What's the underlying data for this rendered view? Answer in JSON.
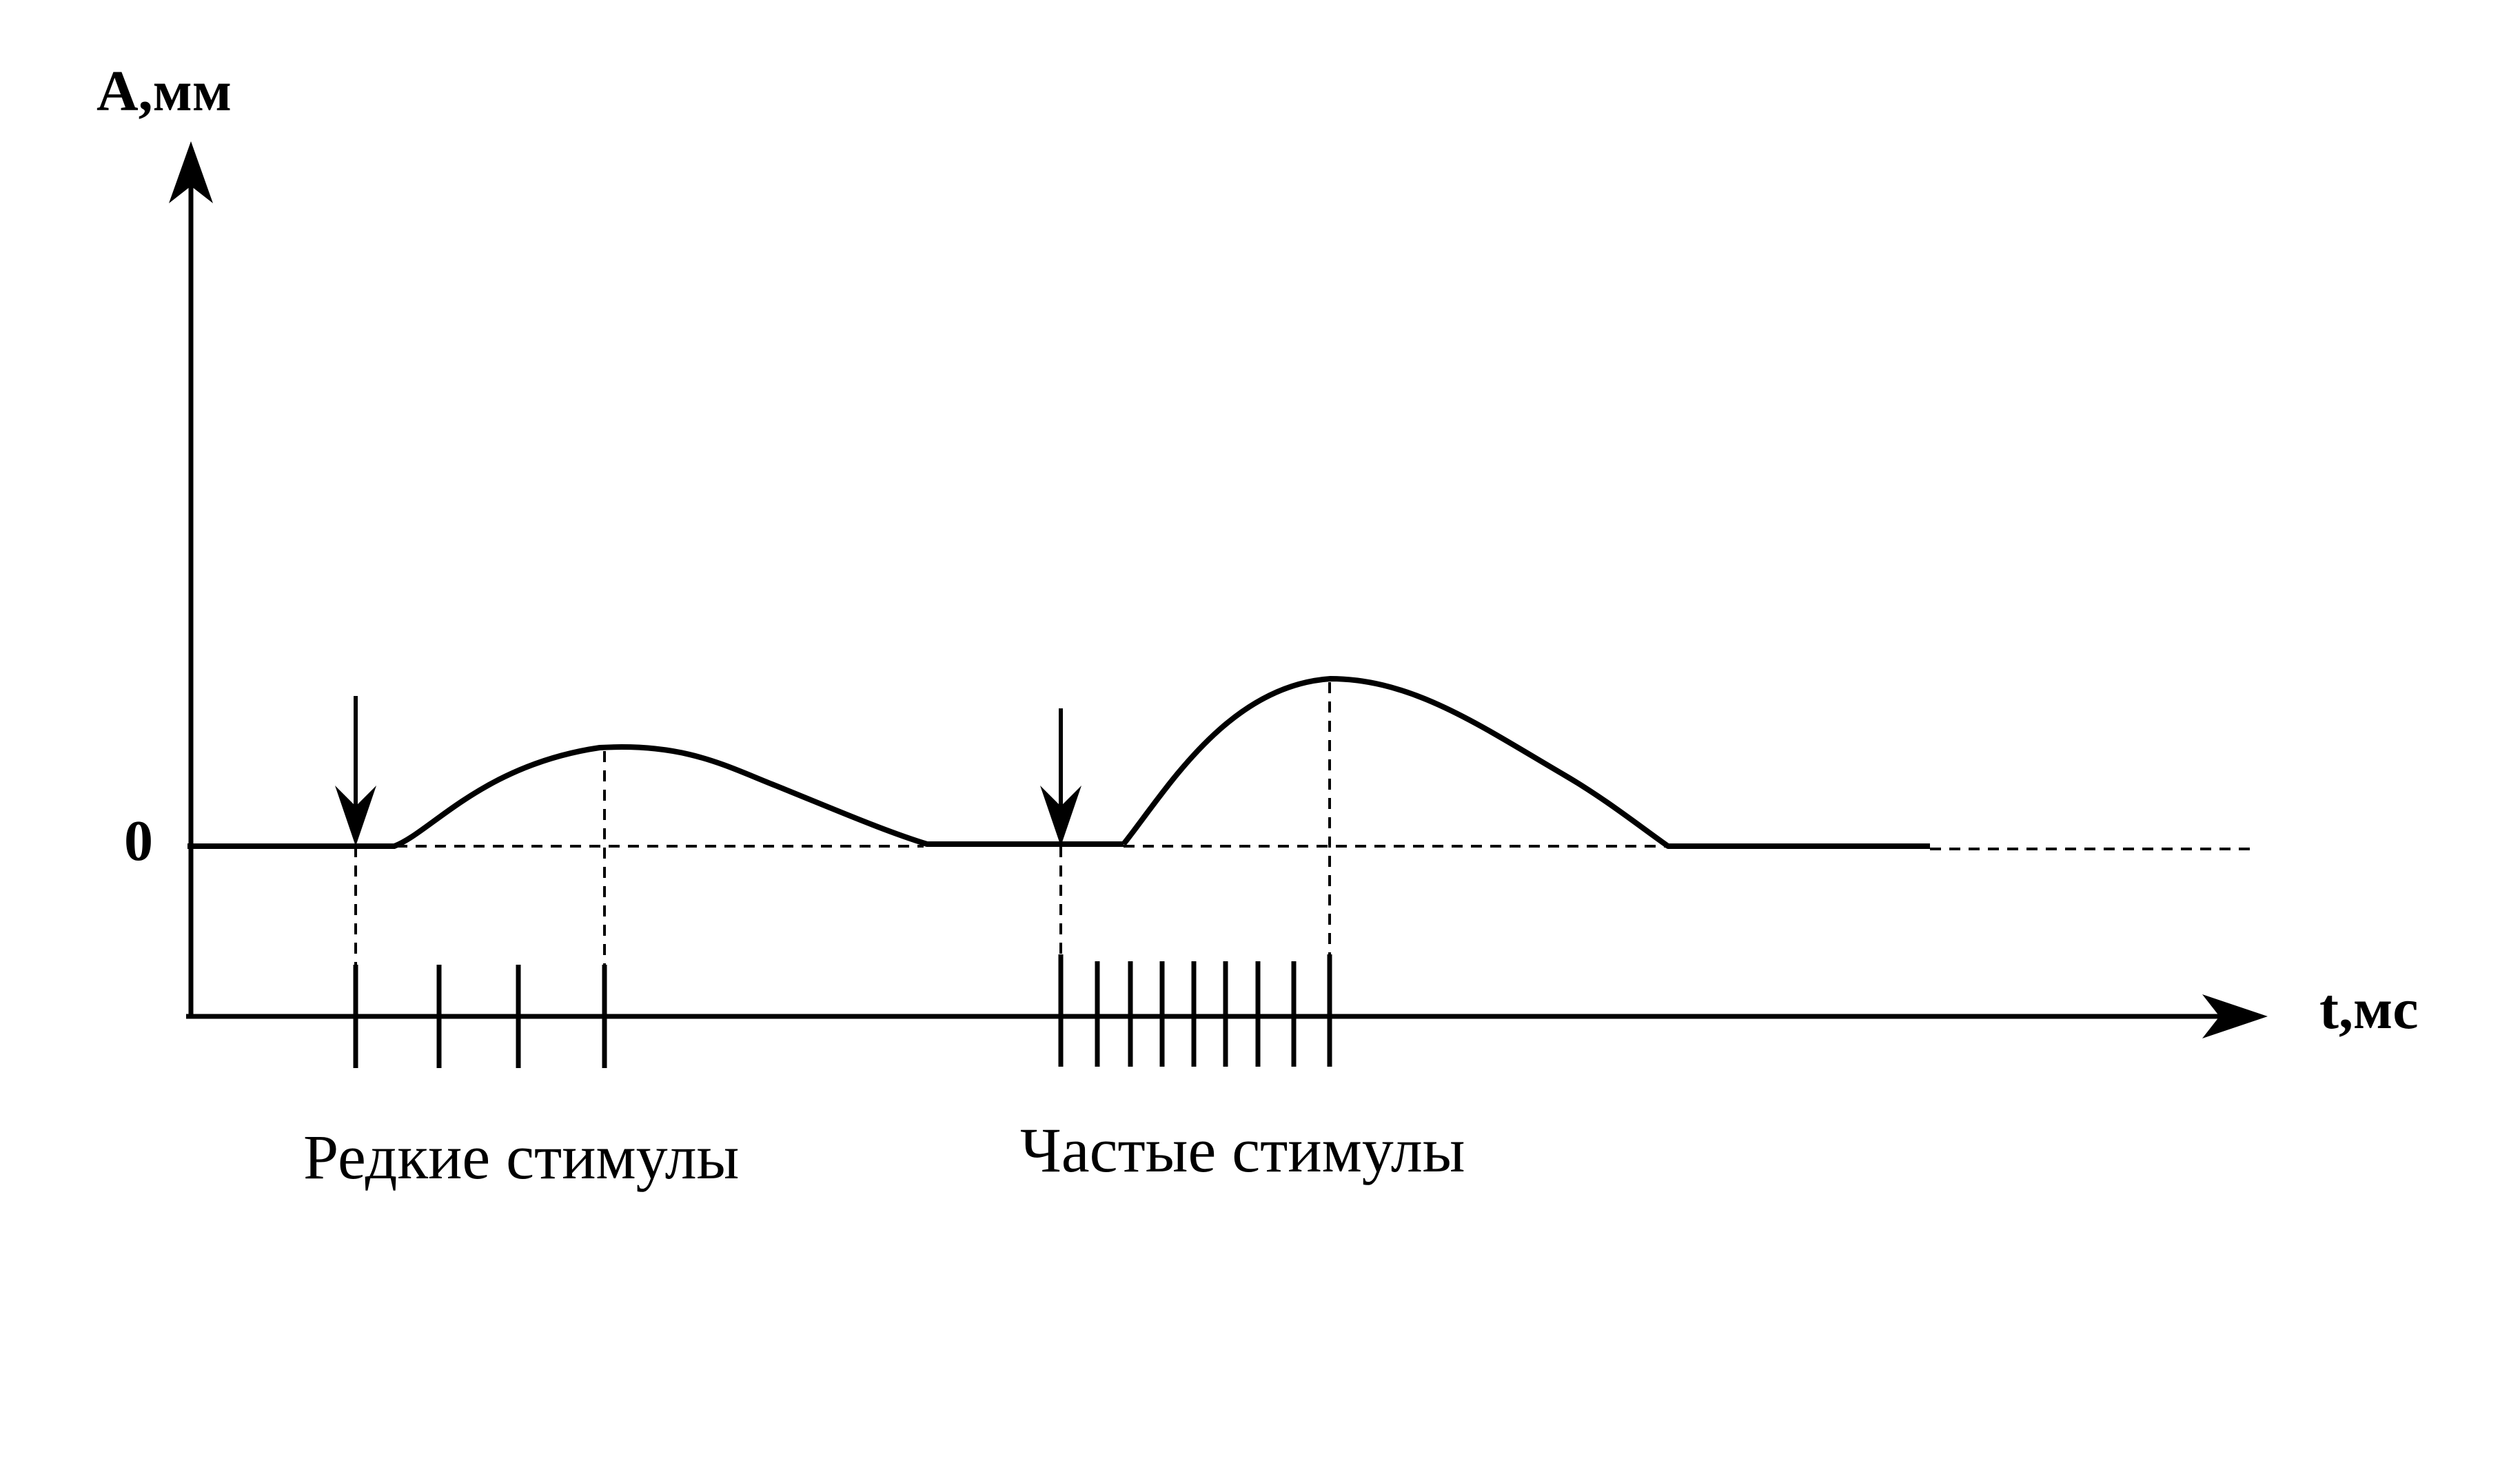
{
  "axes": {
    "y_label": "A,мм",
    "x_label": "t,мс",
    "zero_label": "0"
  },
  "captions": {
    "rare": "Редкие стимулы",
    "frequent": "Частые стимулы"
  },
  "stimuli": {
    "rare_count": 4,
    "frequent_count": 9
  },
  "colors": {
    "line": "#000000",
    "background": "#ffffff"
  }
}
